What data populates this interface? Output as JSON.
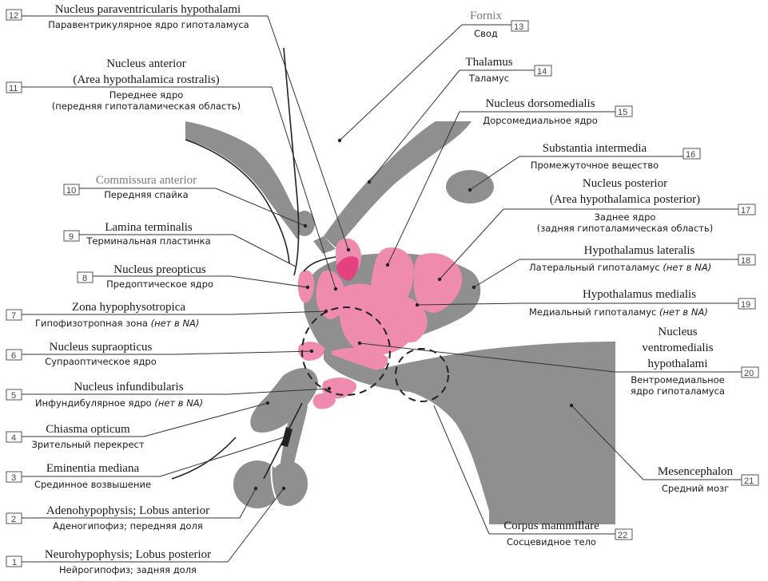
{
  "labels": [
    {
      "n": "12",
      "lat": "Nucleus paraventricularis hypothalami",
      "ru": "Паравентрикулярное ядро гипоталамуса"
    },
    {
      "n": "11",
      "lat1": "Nucleus anterior",
      "lat2": "(Area hypothalamica rostralis)",
      "ru1": "Переднее ядро",
      "ru2": "(передняя гипоталамическая область)"
    },
    {
      "n": "10",
      "lat": "Commissura anterior",
      "ru": "Передняя спайка"
    },
    {
      "n": "9",
      "lat": "Lamina terminalis",
      "ru": "Терминальная пластинка"
    },
    {
      "n": "8",
      "lat": "Nucleus preopticus",
      "ru": "Предоптическое ядро"
    },
    {
      "n": "7",
      "lat": "Zona hypophysotropica",
      "ru": "Гипофизотропная зона",
      "ru_note": "(нет в NA)"
    },
    {
      "n": "6",
      "lat": "Nucleus supraopticus",
      "ru": "Супраоптическое ядро"
    },
    {
      "n": "5",
      "lat": "Nucleus infundibularis",
      "ru": "Инфундибулярное ядро",
      "ru_note": "(нет в NA)"
    },
    {
      "n": "4",
      "lat": "Chiasma opticum",
      "ru": "Зрительный перекрест"
    },
    {
      "n": "3",
      "lat": "Eminentia mediana",
      "ru": "Срединное возвышение"
    },
    {
      "n": "2",
      "lat": "Adenohypophysis; Lobus anterior",
      "ru": "Аденогипофиз; передняя доля"
    },
    {
      "n": "1",
      "lat": "Neurohypophysis; Lobus posterior",
      "ru": "Нейрогипофиз; задняя доля"
    },
    {
      "n": "13",
      "lat": "Fornix",
      "ru": "Свод"
    },
    {
      "n": "14",
      "lat": "Thalamus",
      "ru": "Таламус"
    },
    {
      "n": "15",
      "lat": "Nucleus dorsomedialis",
      "ru": "Дорсомедиальное ядро"
    },
    {
      "n": "16",
      "lat": "Substantia intermedia",
      "ru": "Промежуточное вещество"
    },
    {
      "n": "17",
      "lat1": "Nucleus posterior",
      "lat2": "(Area hypothalamica posterior)",
      "ru1": "Заднее ядро",
      "ru2": "(задняя гипоталамическая область)"
    },
    {
      "n": "18",
      "lat": "Hypothalamus lateralis",
      "ru": "Латеральный гипоталамус",
      "ru_note": "(нет в NA)"
    },
    {
      "n": "19",
      "lat": "Hypothalamus medialis",
      "ru": "Медиальный гипоталамус",
      "ru_note": "(нет в NA)"
    },
    {
      "n": "20",
      "lat1": "Nucleus",
      "lat2": "ventromedialis",
      "lat3": "hypothalami",
      "ru1": "Вентромедиальное",
      "ru2": "ядро гипоталамуса"
    },
    {
      "n": "21",
      "lat": "Mesencephalon",
      "ru": "Средний мозг"
    },
    {
      "n": "22",
      "lat": "Corpus mammillare",
      "ru": "Сосцевидное тело"
    }
  ],
  "colors": {
    "tissue": "#8f8f8f",
    "nucleus": "#f08bb0",
    "highlight": "#e5407f"
  }
}
